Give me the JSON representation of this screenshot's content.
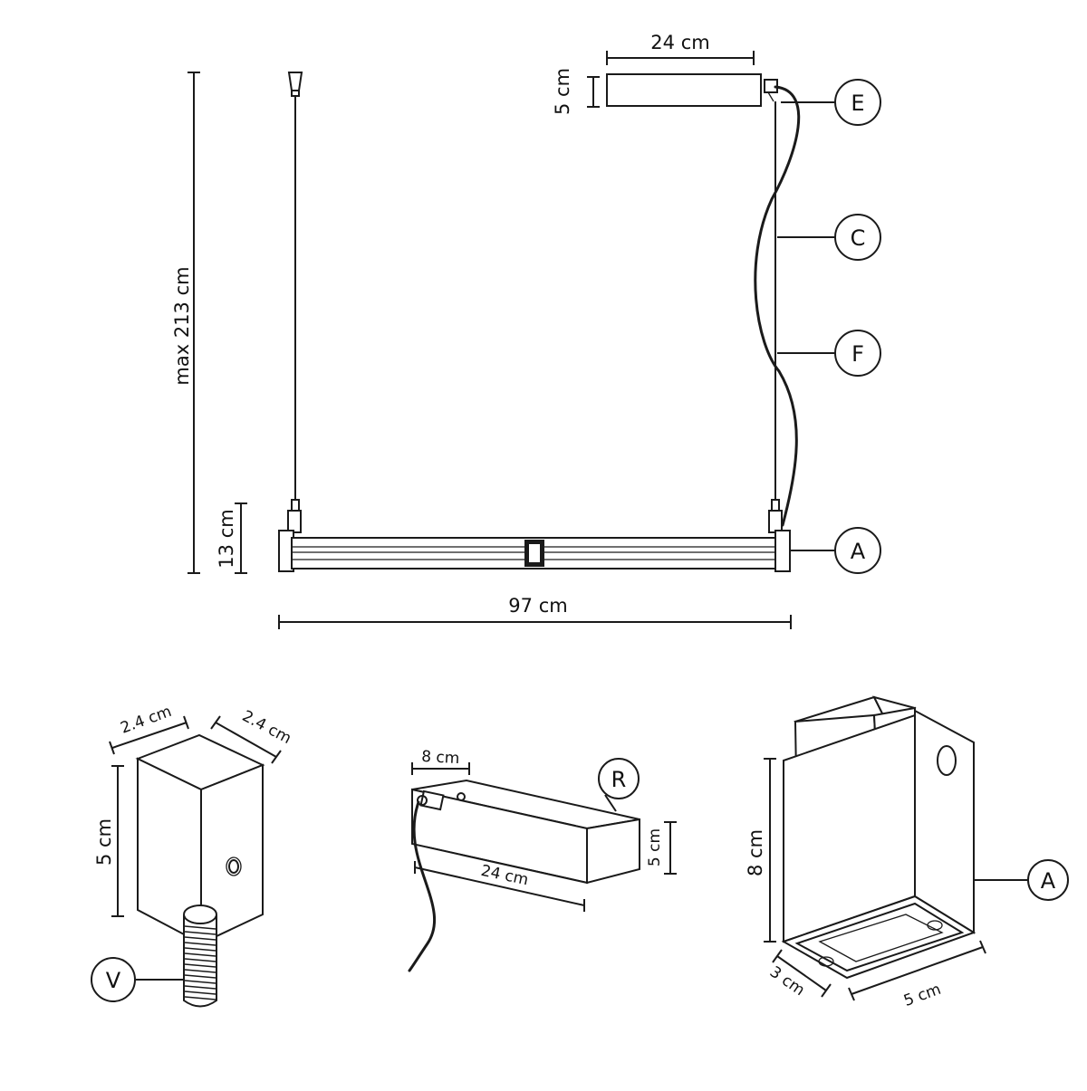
{
  "callouts": {
    "E": "E",
    "C": "C",
    "F": "F",
    "A": "A",
    "V": "V",
    "R": "R",
    "A2": "A"
  },
  "dimensions": {
    "canopy_width": "24 cm",
    "canopy_height": "5 cm",
    "total_height": "max 213 cm",
    "bar_height": "13 cm",
    "bar_width": "97 cm",
    "end_cap_width": "2.4 cm",
    "end_cap_depth": "2.4 cm",
    "end_cap_height": "5 cm",
    "driver_depth": "8 cm",
    "driver_length": "24 cm",
    "driver_height": "5 cm",
    "connector_height": "8 cm",
    "connector_depth": "3 cm",
    "connector_width": "5 cm"
  }
}
